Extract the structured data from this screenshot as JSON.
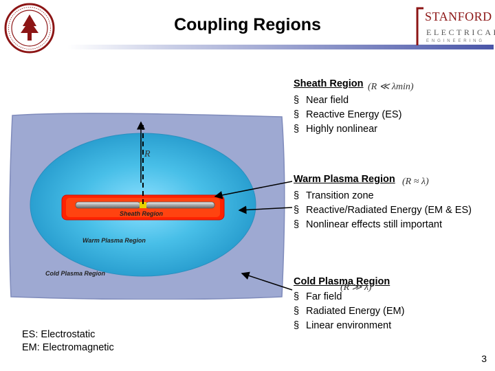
{
  "title": "Coupling Regions",
  "logo": {
    "line1": "STANFORD",
    "line2": "ELECTRICAL",
    "line3": "ENGINEERING",
    "color": "#8c1515"
  },
  "seal": {
    "icon": "stanford-seal-icon"
  },
  "figure": {
    "radius_symbol": "R",
    "labels": {
      "sheath": "Sheath Region",
      "warm": "Warm Plasma Region",
      "cold": "Cold Plasma Region"
    },
    "colors": {
      "cold": "#9aa6cf",
      "warm": "#3fb3e0",
      "sheath": "#ff1a00",
      "antenna": "#a0a0a0"
    }
  },
  "sections": [
    {
      "heading": "Sheath Region",
      "condition": "(R ≪ λmin)",
      "bullets": [
        "Near field",
        "Reactive Energy (ES)",
        "Highly nonlinear"
      ]
    },
    {
      "heading": "Warm Plasma Region",
      "condition": "(R ≈ λ)",
      "bullets": [
        "Transition zone",
        "Reactive/Radiated Energy (EM & ES)",
        "Nonlinear effects still important"
      ]
    },
    {
      "heading": "Cold Plasma Region",
      "condition": "(R ≫ λ)",
      "bullets": [
        "Far field",
        "Radiated Energy (EM)",
        "Linear environment"
      ]
    }
  ],
  "abbreviations": [
    "ES: Electrostatic",
    "EM: Electromagnetic"
  ],
  "page_number": "3"
}
